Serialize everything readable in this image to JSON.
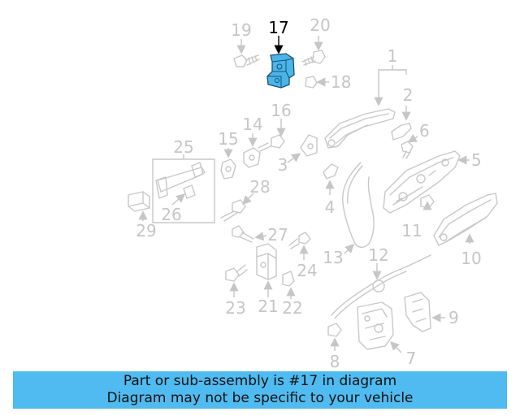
{
  "callouts": {
    "p1": "1",
    "p2": "2",
    "p3": "3",
    "p4": "4",
    "p5": "5",
    "p6": "6",
    "p7": "7",
    "p8": "8",
    "p9": "9",
    "p10": "10",
    "p11": "11",
    "p12": "12",
    "p13": "13",
    "p14": "14",
    "p15": "15",
    "p16": "16",
    "p17": "17",
    "p18": "18",
    "p19": "19",
    "p20": "20",
    "p21": "21",
    "p22": "22",
    "p23": "23",
    "p24": "24",
    "p25": "25",
    "p26": "26",
    "p27": "27",
    "p28": "28",
    "p29": "29"
  },
  "highlighted_part": "17",
  "colors": {
    "highlight_fill": "#49b5e8",
    "banner_background": "#4fbbf0",
    "part_linework": "#c8c8c8",
    "callout_text": "#c6c6c6"
  },
  "footer": {
    "line1": "Part or sub-assembly is #17 in diagram",
    "line2": "Diagram may not be specific to your vehicle"
  }
}
